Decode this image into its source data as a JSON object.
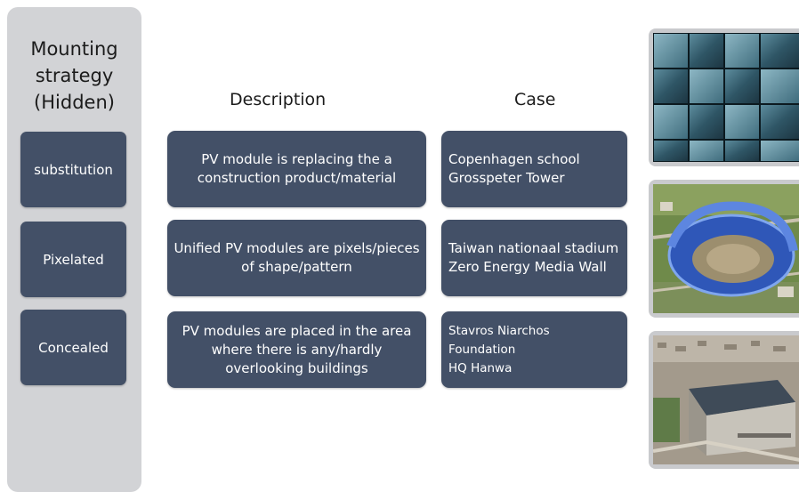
{
  "sidebar": {
    "title": "Mounting\nstrategy\n(Hidden)",
    "strategies": [
      "substitution",
      "Pixelated",
      "Concealed"
    ]
  },
  "headers": {
    "description": "Description",
    "case": "Case"
  },
  "descriptions": [
    "PV module is replacing the a\nconstruction product/material",
    "Unified PV modules are pixels/pieces\nof shape/pattern",
    "PV modules are placed in the area\nwhere there is any/hardly\noverlooking buildings"
  ],
  "cases": [
    "Copenhagen school\nGrosspeter Tower",
    "Taiwan nationaal stadium\nZero Energy Media Wall",
    "Stavros Niarchos Foundation\nHQ Hanwa"
  ],
  "colors": {
    "box_fill": "#435067",
    "sidebar_fill": "#d2d3d6",
    "box_text": "#ffffff"
  }
}
